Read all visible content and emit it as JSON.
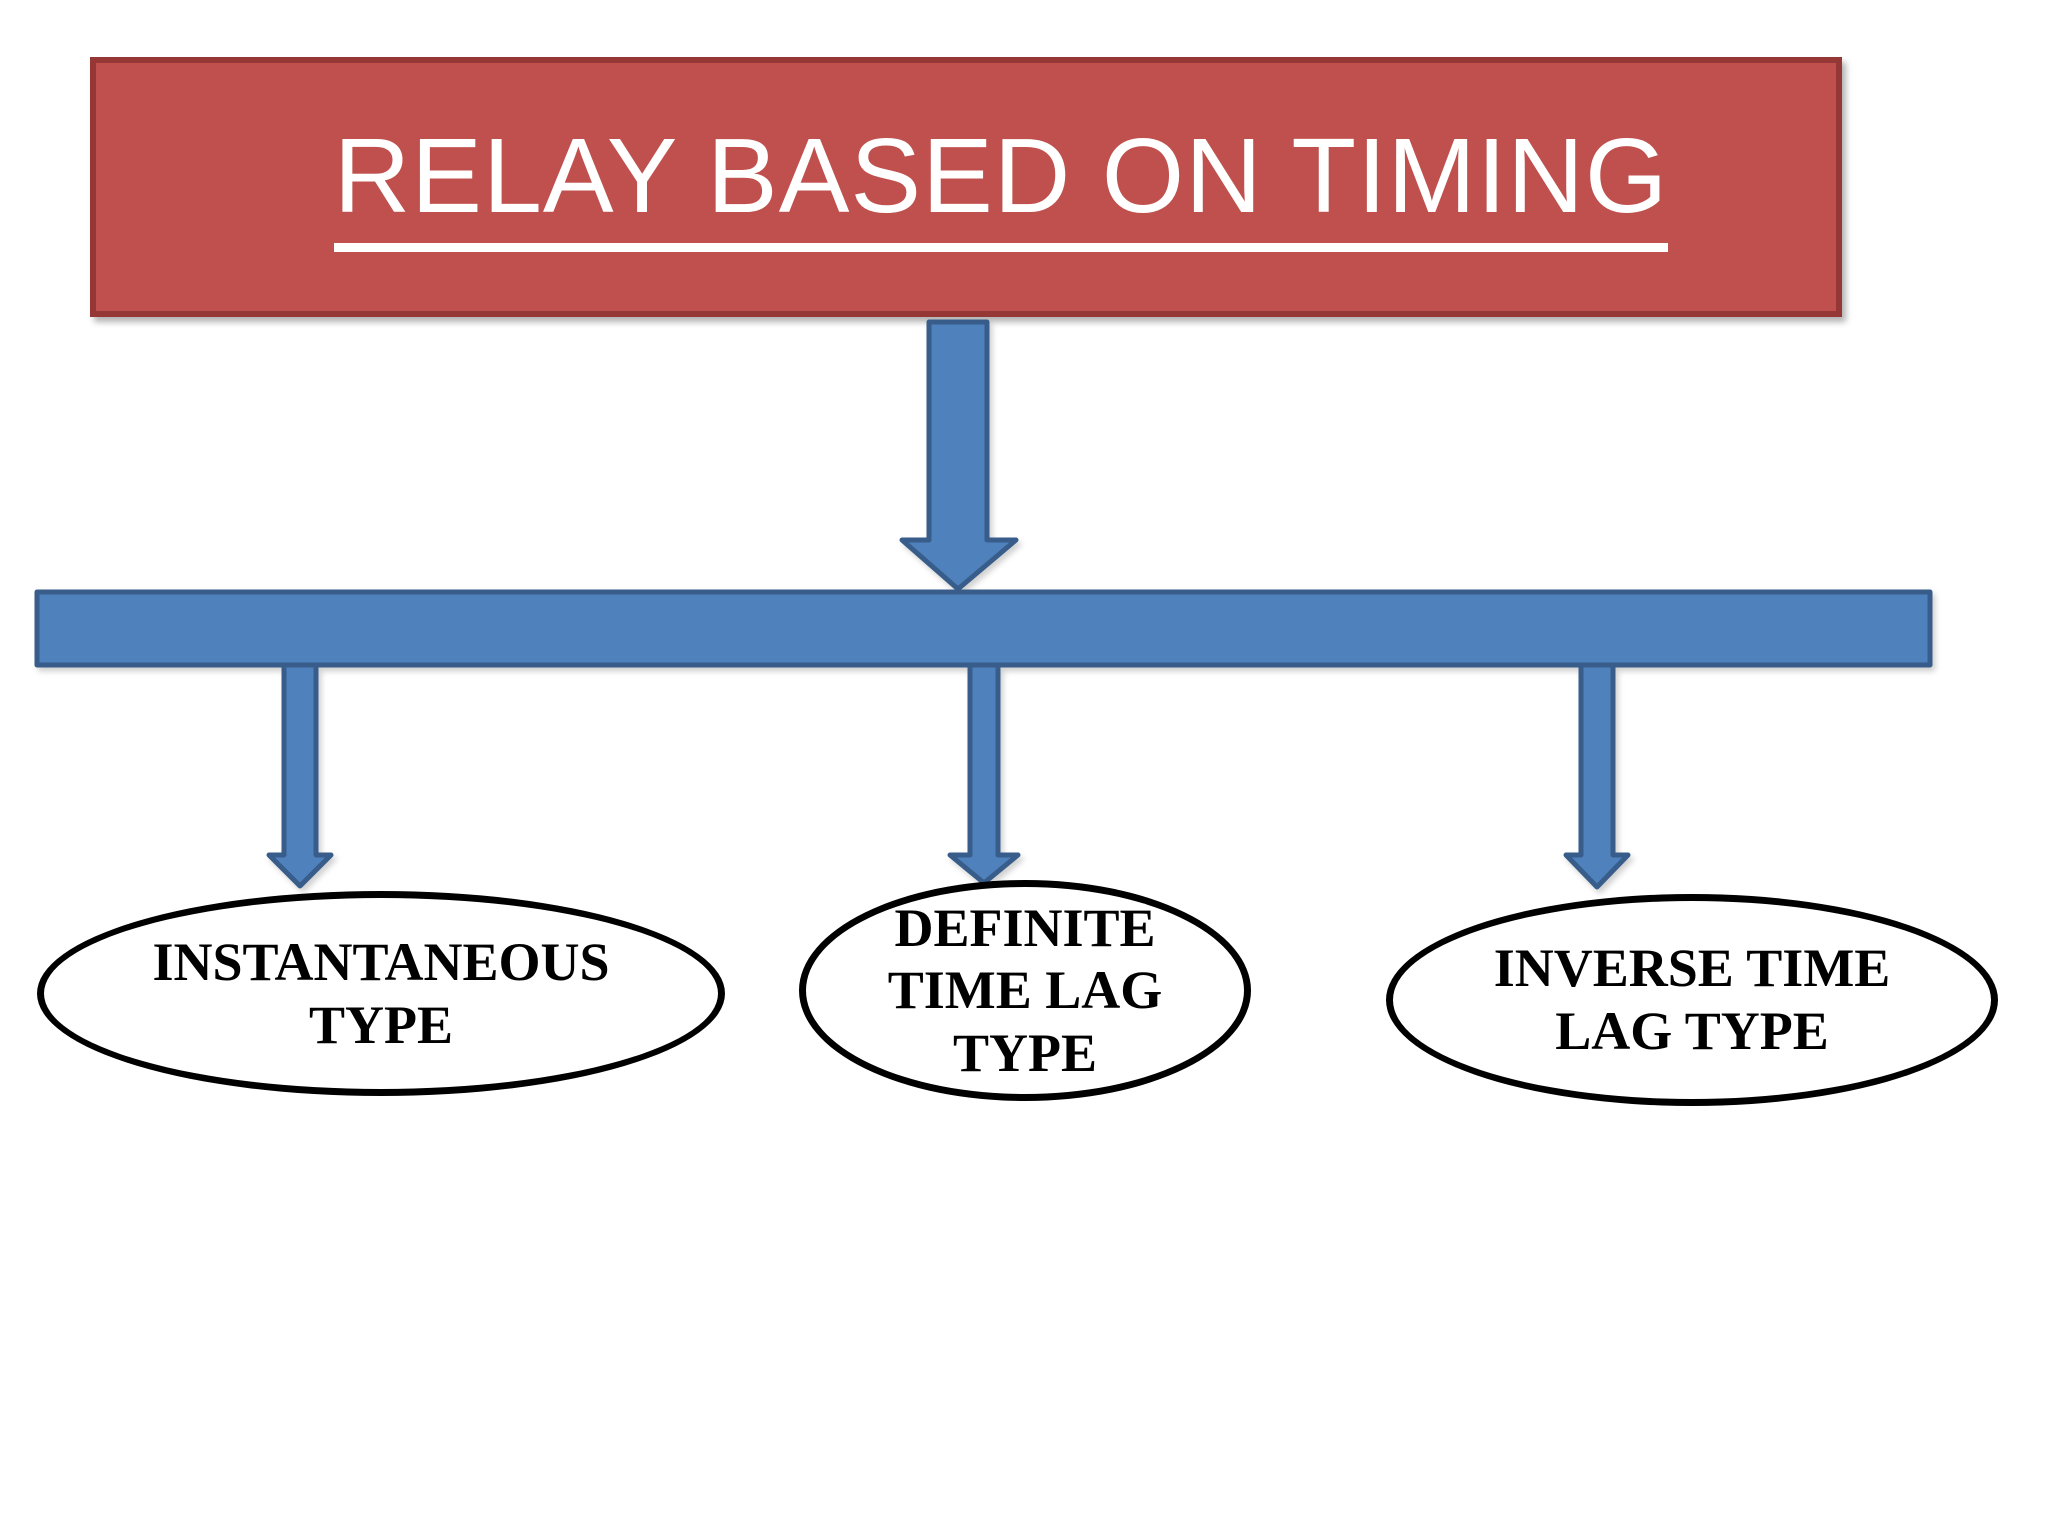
{
  "header": {
    "title": "RELAY BASED ON TIMING"
  },
  "nodes": [
    {
      "id": "instantaneous-type",
      "label": "INSTANTANEOUS\nTYPE"
    },
    {
      "id": "definite-time-lag-type",
      "label": "DEFINITE\nTIME LAG\nTYPE"
    },
    {
      "id": "inverse-time-lag-type",
      "label": "INVERSE TIME\nLAG TYPE"
    }
  ],
  "colors": {
    "background": "#FFFFFF",
    "header_fill": "#C0504D",
    "header_border": "#953734",
    "title_text": "#FFFFFF",
    "connector_fill": "#4F81BD",
    "connector_border": "#385D8A",
    "node_border": "#000000",
    "node_fill": "#FFFFFF",
    "node_text": "#000000"
  }
}
